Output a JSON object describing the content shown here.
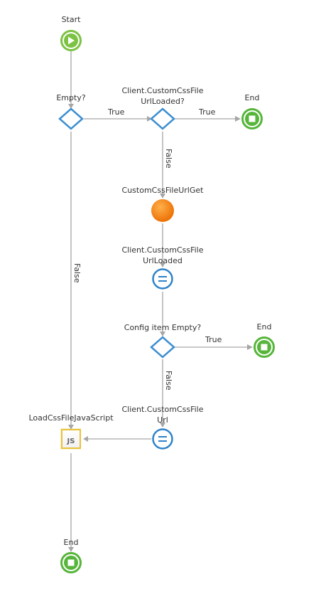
{
  "nodes": {
    "start": {
      "label": "Start"
    },
    "empty": {
      "label": "Empty?"
    },
    "loaded_check": {
      "label_line1": "Client.CustomCssFile",
      "label_line2": "UrlLoaded?"
    },
    "end_top": {
      "label": "End"
    },
    "url_get": {
      "label": "CustomCssFileUrlGet"
    },
    "assign_loaded": {
      "label_line1": "Client.CustomCssFile",
      "label_line2": "UrlLoaded"
    },
    "config_empty": {
      "label": "Config item Empty?"
    },
    "end_mid": {
      "label": "End"
    },
    "assign_url": {
      "label_line1": "Client.CustomCssFile",
      "label_line2": "Url"
    },
    "load_js": {
      "label": "LoadCssFileJavaScript",
      "icon_text": "JS"
    },
    "end_bottom": {
      "label": "End"
    }
  },
  "edges": {
    "empty_true": "True",
    "loaded_true": "True",
    "loaded_false": "False",
    "empty_false": "False",
    "config_true": "True",
    "config_false": "False"
  },
  "colors": {
    "start_green": "#7cc243",
    "end_green": "#56b53a",
    "decision_blue": "#3d8fd1",
    "assign_blue": "#2e83c9",
    "exec_orange": "#f07a00",
    "js_yellow": "#e8c23a",
    "connector_gray": "#a6a6a6"
  }
}
